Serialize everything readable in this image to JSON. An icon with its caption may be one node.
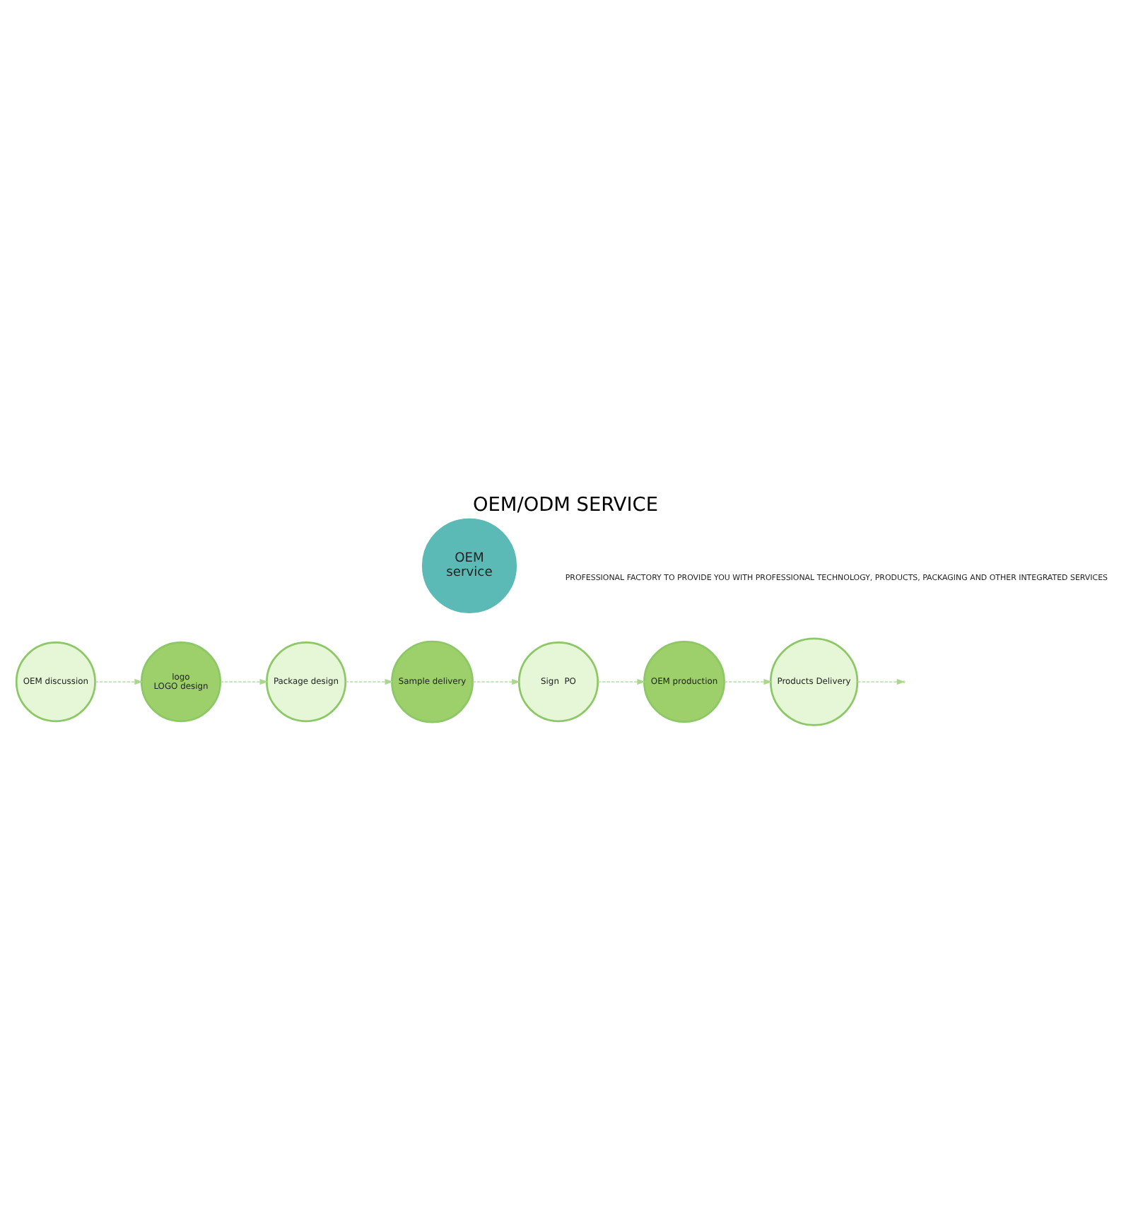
{
  "diagram": {
    "title": "OEM/ODM SERVICE",
    "nodes": [
      {
        "text": [
          "OEM",
          "service"
        ]
      },
      {
        "text": [
          "OEM discussion"
        ]
      },
      {
        "text": [
          "logo",
          "LOGO design"
        ]
      },
      {
        "text": [
          "Package design"
        ]
      },
      {
        "text": [
          "Sample delivery"
        ]
      },
      {
        "text": [
          "Sign  PO"
        ]
      },
      {
        "text": [
          "OEM production"
        ]
      },
      {
        "text": [
          "Products Delivery"
        ]
      }
    ],
    "edges": [
      {
        "from": 1,
        "to": 2,
        "arrow": "to",
        "style": "dashed"
      },
      {
        "from": 2,
        "to": 3,
        "arrow": "to",
        "style": "dashed"
      },
      {
        "from": 3,
        "to": 4,
        "arrow": "to",
        "style": "dashed"
      },
      {
        "from": 4,
        "to": 5,
        "arrow": "to",
        "style": "dashed"
      },
      {
        "from": 5,
        "to": 6,
        "arrow": "to",
        "style": "dashed"
      },
      {
        "from": 6,
        "to": 7,
        "arrow": "to",
        "style": "dashed"
      },
      {
        "from": 7,
        "to": null,
        "arrow": "to",
        "style": "dashed"
      }
    ],
    "labels": [
      "PROFESSIONAL FACTORY TO PROVIDE YOU WITH PROFESSIONAL TECHNOLOGY, PRODUCTS, PACKAGING AND OTHER INTEGRATED SERVICES"
    ]
  }
}
